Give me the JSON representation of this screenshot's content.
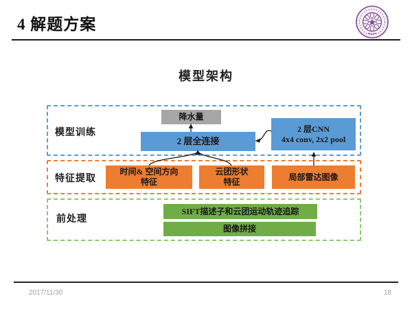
{
  "slide": {
    "title": "4 解题方案",
    "heading": "模型架构",
    "footer": {
      "date": "2017/11/30",
      "page": "18"
    },
    "logo_name": "tsinghua-university-seal"
  },
  "diagram": {
    "sections": [
      {
        "id": "model-training",
        "label": "模型训练",
        "border_color": "#5B9BD5"
      },
      {
        "id": "feature-extraction",
        "label": "特征提取",
        "border_color": "#ED7D31"
      },
      {
        "id": "preprocessing",
        "label": "前处理",
        "border_color": "#8CC86E"
      }
    ],
    "boxes": {
      "precipitation": {
        "label": "降水量",
        "fill": "#A6A6A6"
      },
      "fc": {
        "label": "2 层全连接",
        "fill": "#5B9BD5"
      },
      "cnn": {
        "line1": "2 层CNN",
        "line2": "4x4 conv, 2x2 pool",
        "fill": "#5B9BD5"
      },
      "time_space": {
        "line1": "时间& 空间方向",
        "line2": "特征",
        "fill": "#ED7D31"
      },
      "cloud_shape": {
        "line1": "云团形状",
        "line2": "特征",
        "fill": "#ED7D31"
      },
      "radar": {
        "label": "局部雷达图像",
        "fill": "#ED7D31"
      },
      "sift": {
        "label": "SIFT描述子和云团运动轨迹追踪",
        "fill": "#70AD47"
      },
      "stitch": {
        "label": "图像拼接",
        "fill": "#70AD47"
      }
    },
    "arrows": [
      "fc-to-precipitation",
      "cnn-to-fc",
      "time-space-to-fc",
      "cloud-shape-to-fc",
      "radar-to-cnn"
    ]
  },
  "colors": {
    "blue": "#5B9BD5",
    "orange": "#ED7D31",
    "green": "#70AD47",
    "gray": "#A6A6A6",
    "seal_purple": "#7C4E91",
    "footer_text": "#9E9E9E"
  }
}
